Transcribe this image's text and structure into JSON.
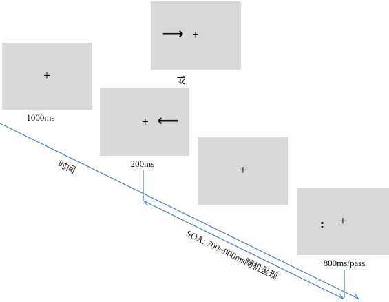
{
  "screens": [
    {
      "name": "fixation-screen",
      "label": "1000ms",
      "symbols": [
        "+"
      ]
    },
    {
      "name": "cue-left-arrow-screen",
      "label": "200ms",
      "symbols": [
        "+",
        "⟵"
      ]
    },
    {
      "name": "cue-right-arrow-screen",
      "label": "或",
      "symbols": [
        "⟶",
        "+"
      ]
    },
    {
      "name": "interval-screen",
      "label": "",
      "symbols": [
        "+"
      ]
    },
    {
      "name": "target-screen",
      "label": "800ms/pass",
      "symbols": [
        ":",
        "+"
      ]
    }
  ],
  "timeline": {
    "axis_label": "时间",
    "soa_label": "SOA: 700~900ms随机呈现"
  },
  "colors": {
    "screen_bg": "#d9d9d9",
    "line": "#4a7bc8"
  }
}
